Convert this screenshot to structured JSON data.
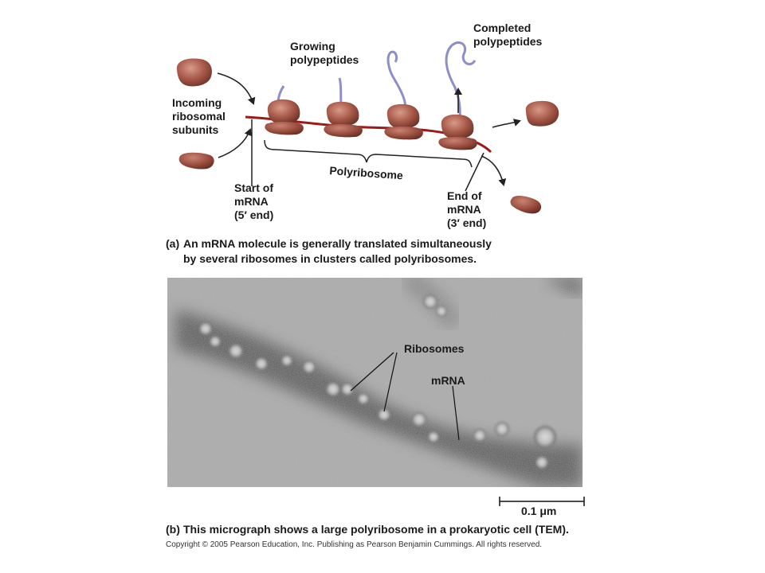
{
  "panel_a": {
    "labels": {
      "completed": [
        "Completed",
        "polypeptides"
      ],
      "growing": [
        "Growing",
        "polypeptides"
      ],
      "incoming": [
        "Incoming",
        "ribosomal",
        "subunits"
      ],
      "polyribosome": "Polyribosome",
      "start": [
        "Start of",
        "mRNA",
        "(5′ end)"
      ],
      "end": [
        "End of",
        "mRNA",
        "(3′ end)"
      ]
    },
    "caption_tag": "(a)",
    "caption_lines": [
      "An mRNA molecule is generally translated simultaneously",
      "by several ribosomes in clusters called polyribosomes."
    ]
  },
  "panel_b": {
    "labels": {
      "ribosomes": "Ribosomes",
      "mrna": "mRNA"
    },
    "scale_bar": "0.1 μm",
    "caption_tag": "(b)",
    "caption": "This micrograph shows a large polyribosome in a prokaryotic cell (TEM)."
  },
  "copyright": "Copyright © 2005 Pearson Education, Inc. Publishing as Pearson Benjamin Cummings. All rights reserved.",
  "colors": {
    "ribosome": "#a85a4a",
    "ribosome_dark": "#6e3327",
    "mrna": "#9b1b1b",
    "polypeptide": "#8e8ec8",
    "arrow": "#222222"
  }
}
